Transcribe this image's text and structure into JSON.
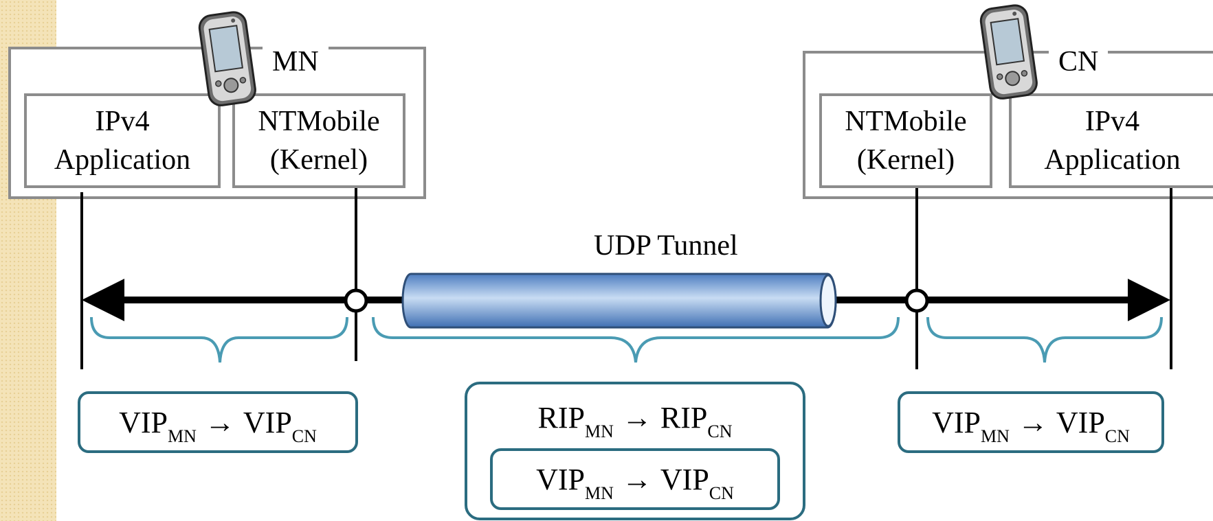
{
  "mn": {
    "name": "MN",
    "app_line1": "IPv4",
    "app_line2": "Application",
    "kernel_line1": "NTMobile",
    "kernel_line2": "(Kernel)"
  },
  "cn": {
    "name": "CN",
    "app_line1": "IPv4",
    "app_line2": "Application",
    "kernel_line1": "NTMobile",
    "kernel_line2": "(Kernel)"
  },
  "tunnel": {
    "label": "UDP Tunnel"
  },
  "packets": {
    "left": {
      "src": "VIP",
      "src_sub": "MN",
      "arrow": "→",
      "dst": "VIP",
      "dst_sub": "CN"
    },
    "center_outer": {
      "src": "RIP",
      "src_sub": "MN",
      "arrow": "→",
      "dst": "RIP",
      "dst_sub": "CN"
    },
    "center_inner": {
      "src": "VIP",
      "src_sub": "MN",
      "arrow": "→",
      "dst": "VIP",
      "dst_sub": "CN"
    },
    "right": {
      "src": "VIP",
      "src_sub": "MN",
      "arrow": "→",
      "dst": "VIP",
      "dst_sub": "CN"
    }
  },
  "colors": {
    "box_border": "#8c8c8c",
    "packet_border": "#2b6c80",
    "brace": "#4a9bb3",
    "tunnel": "#8fb3e0",
    "background_stripe": "#f4e3b8"
  },
  "icons": [
    "pda-device-icon",
    "pda-device-icon"
  ]
}
